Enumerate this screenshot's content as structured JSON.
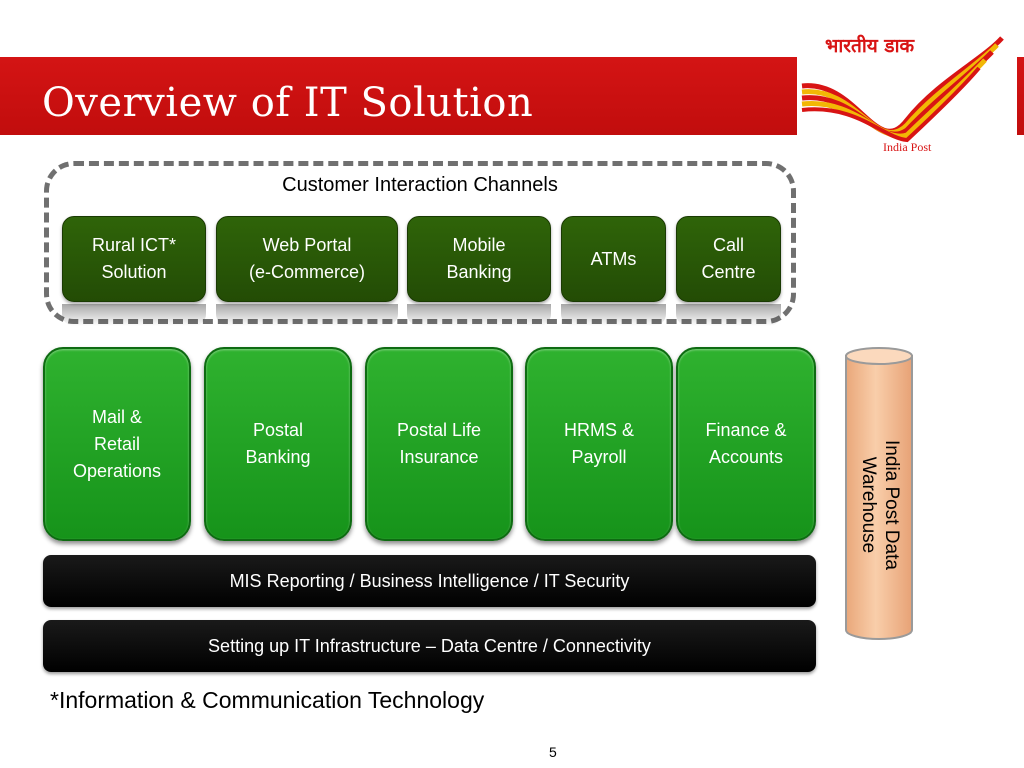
{
  "header": {
    "title": "Overview of  IT Solution",
    "logo_hindi": "भारतीय डाक",
    "logo_english": "India Post"
  },
  "channels": {
    "label": "Customer Interaction Channels",
    "items": [
      {
        "label": "Rural ICT*\nSolution"
      },
      {
        "label": "Web Portal\n(e-Commerce)"
      },
      {
        "label": "Mobile\nBanking"
      },
      {
        "label": "ATMs"
      },
      {
        "label": "Call\nCentre"
      }
    ]
  },
  "modules": [
    {
      "label": "Mail &\nRetail\nOperations"
    },
    {
      "label": "Postal\nBanking"
    },
    {
      "label": "Postal Life\nInsurance"
    },
    {
      "label": "HRMS &\nPayroll"
    },
    {
      "label": "Finance &\nAccounts"
    }
  ],
  "data_warehouse": {
    "label": "India Post Data\nWarehouse"
  },
  "layers": [
    {
      "label": "MIS Reporting / Business Intelligence / IT Security"
    },
    {
      "label": "Setting up IT Infrastructure – Data Centre / Connectivity"
    }
  ],
  "footnote": "*Information & Communication Technology",
  "page_number": "5",
  "colors": {
    "header_red": "#c90f0f",
    "channel_green": "#2a5a07",
    "module_green": "#22a522",
    "warehouse_peach": "#f6c29c",
    "layer_black": "#000000",
    "logo_yellow": "#f2b705"
  }
}
